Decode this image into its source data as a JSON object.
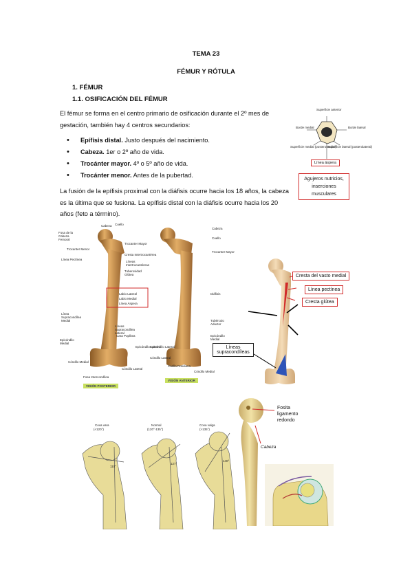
{
  "doc": {
    "title": "TEMA 23",
    "subtitle": "FÉMUR Y RÓTULA",
    "section": "1.   FÉMUR",
    "subsection": "1.1. OSIFICACIÓN DEL FÉMUR",
    "intro": "El fémur se forma en el centro primario de osificación durante el 2º mes de gestación, también hay 4 centros secundarios:",
    "bullets": [
      {
        "term": "Epífisis distal.",
        "text": " Justo después del nacimiento."
      },
      {
        "term": "Cabeza.",
        "text": " 1er o 2º año de vida."
      },
      {
        "term": "Trocánter mayor.",
        "text": " 4º o 5º año de vida."
      },
      {
        "term": "Trocánter menor.",
        "text": " Antes de la pubertad."
      }
    ],
    "fusion": "La fusión de la epífisis proximal con la diáfisis ocurre hacia los 18 años, la cabeza es la última que se fusiona. La epífisis distal con la diáfisis ocurre hacia los 20 años (feto a término)."
  },
  "cross_section": {
    "labels": [
      "Superficie anterior",
      "Borde medial",
      "Borde lateral",
      "Superficie medial (posteromedial)",
      "Superficie lateral (posterolateral)",
      "Línea áspera"
    ],
    "callout": "Agujeros nutricios, inserciones musculares"
  },
  "posterior_view": {
    "labels": [
      "Fosa de la Cabeza Femoral",
      "Cabeza",
      "Cuello",
      "Trocanter Mayor",
      "Trocanter Menor",
      "Cresta Intertrocantérea",
      "Línea Pectínea",
      "Líneas Intertrocantéreas",
      "Tuberosidad Glútea",
      "Labio Lateral",
      "Labio Medial",
      "Línea Áspera",
      "Línea Supracondílea Medial",
      "Líneas Supracondílea Lateral",
      "Cara Poplítea",
      "Epicóndilo Medial",
      "Epicóndilo Lateral",
      "Cóndilo Medial",
      "Cóndilo Lateral",
      "Fosa Intercondílea"
    ],
    "caption": "VISIÓN POSTERIOR"
  },
  "anterior_view": {
    "labels": [
      "Cabeza",
      "Cuello",
      "Trocanter Mayor",
      "Diáfisis",
      "Tubérculo Aductor",
      "Epicóndilo Medial",
      "Epicóndilo Lateral",
      "Cóndilo Lateral",
      "Cóndilo Medial",
      "Carilla Rotuliana"
    ],
    "caption": "VISIÓN ANTERIOR"
  },
  "labeled_femur": {
    "callouts": [
      "Cresta del vasto medial",
      "Línea pectínea",
      "Cresta glútea",
      "Líneas supracondíleas"
    ]
  },
  "angles": {
    "items": [
      {
        "name": "Coxa vara",
        "value": "(<120°)",
        "angle": "110°"
      },
      {
        "name": "Normal",
        "value": "(120°-135°)",
        "angle": "127°"
      },
      {
        "name": "Coxa valga",
        "value": "(>135°)",
        "angle": "140°"
      }
    ]
  },
  "head_fig": {
    "labels": [
      "Fosita ligamento redondo",
      "Cabeza"
    ]
  },
  "colors": {
    "bone": "#d9a25b",
    "bone_dark": "#8a5a25",
    "callout_red": "#d12a2a",
    "green_caption": "#c8e060",
    "angle_bone": "#e8dc98"
  }
}
